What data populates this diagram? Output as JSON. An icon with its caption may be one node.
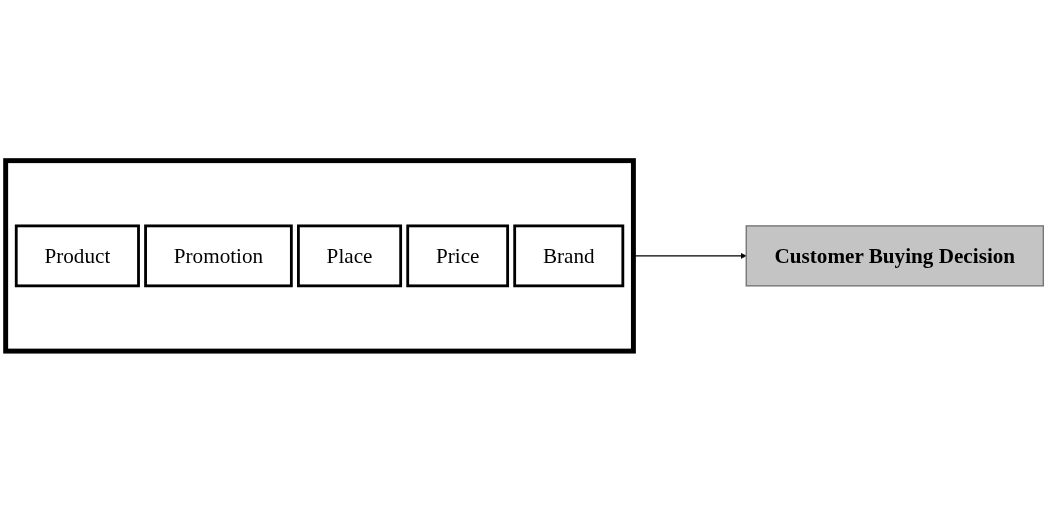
{
  "diagram": {
    "nodes": [
      {
        "text": [],
        "shape": "box"
      },
      {
        "text": [
          "Product"
        ],
        "in": 0
      },
      {
        "text": [
          "Promotion"
        ],
        "in": 0
      },
      {
        "text": [
          "Place"
        ],
        "in": 0
      },
      {
        "text": [
          "Price"
        ],
        "in": 0
      },
      {
        "text": [
          "Brand"
        ],
        "in": 0
      },
      {
        "text": [
          "Customer Buying Decision"
        ]
      }
    ],
    "edges": [
      {
        "from": 0,
        "to": 6,
        "arrow": "to"
      }
    ]
  }
}
